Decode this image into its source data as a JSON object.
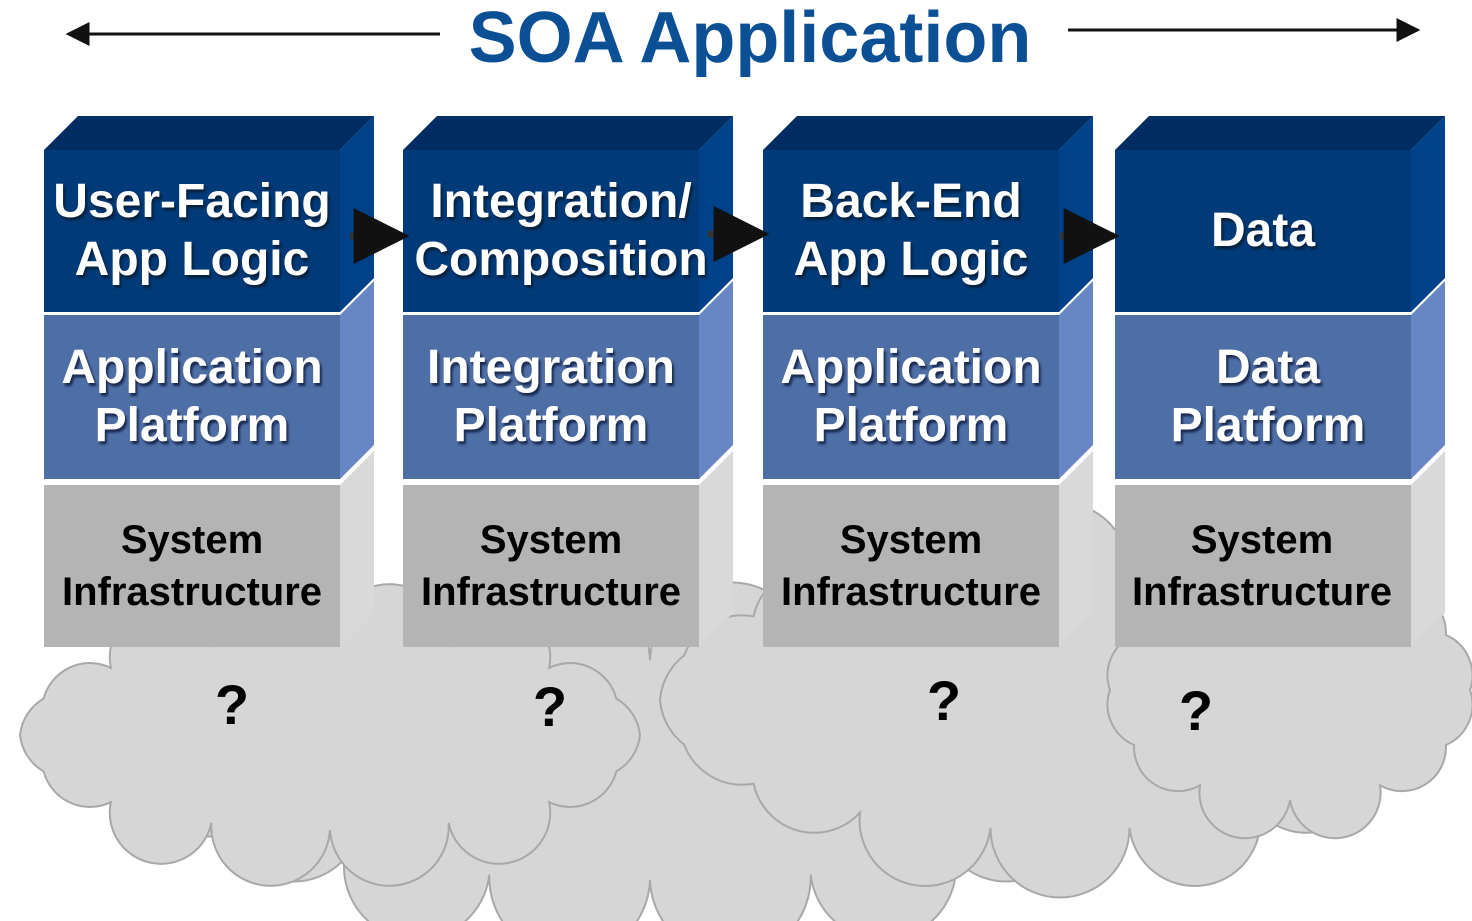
{
  "title": "SOA Application",
  "columns": [
    {
      "top": [
        "User-Facing",
        "App Logic"
      ],
      "platform": [
        "Application",
        "Platform"
      ],
      "infra": [
        "System",
        "Infrastructure"
      ],
      "question": "?"
    },
    {
      "top": [
        "Integration/",
        "Composition"
      ],
      "platform": [
        "Integration",
        "Platform"
      ],
      "infra": [
        "System",
        "Infrastructure"
      ],
      "question": "?"
    },
    {
      "top": [
        "Back-End",
        "App Logic"
      ],
      "platform": [
        "Application",
        "Platform"
      ],
      "infra": [
        "System",
        "Infrastructure"
      ],
      "question": "?"
    },
    {
      "top": [
        "Data"
      ],
      "platform": [
        "Data",
        "Platform"
      ],
      "infra": [
        "System",
        "Infrastructure"
      ],
      "question": "?"
    }
  ],
  "colors": {
    "title": "#0b4f94",
    "top_front": "#003a79",
    "top_side": "#00428a",
    "top_lid": "#002e62",
    "platform_front": "#4e6ea6",
    "platform_side": "#6886c4",
    "infra_front": "#b4b4b4",
    "infra_side": "#d9d9d9",
    "cloud_fill": "#d6d6d6",
    "cloud_stroke": "#a8a8a8",
    "arrow": "#333333"
  }
}
